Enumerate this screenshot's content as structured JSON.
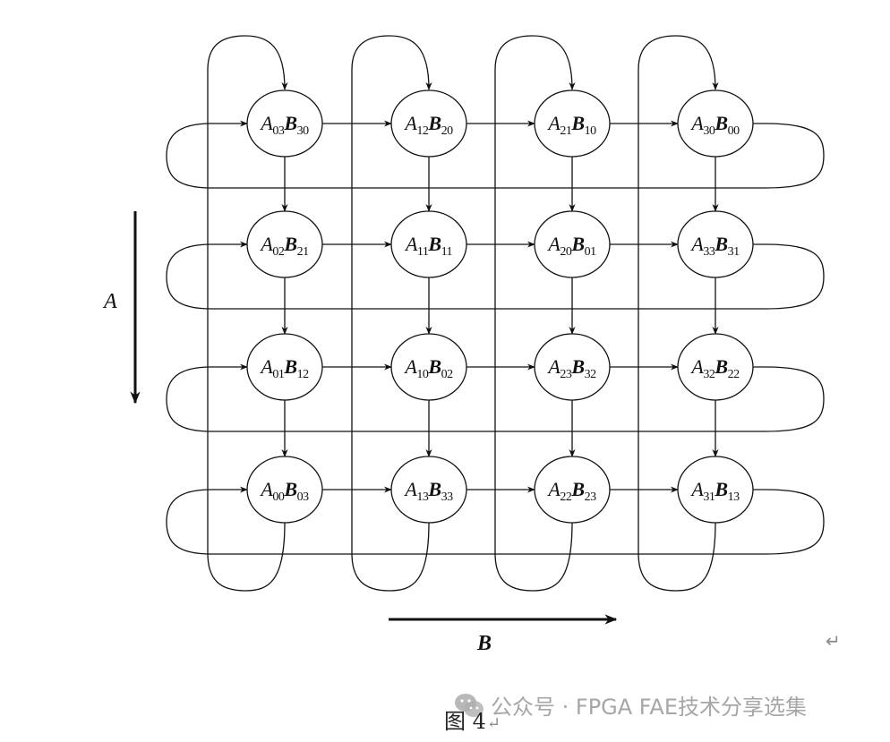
{
  "diagram": {
    "axis_a_label": "A",
    "axis_b_label": "B",
    "grid": [
      [
        {
          "a_sub": "03",
          "b_sub": "30"
        },
        {
          "a_sub": "12",
          "b_sub": "20"
        },
        {
          "a_sub": "21",
          "b_sub": "10"
        },
        {
          "a_sub": "30",
          "b_sub": "00"
        }
      ],
      [
        {
          "a_sub": "02",
          "b_sub": "21"
        },
        {
          "a_sub": "11",
          "b_sub": "11"
        },
        {
          "a_sub": "20",
          "b_sub": "01"
        },
        {
          "a_sub": "33",
          "b_sub": "31"
        }
      ],
      [
        {
          "a_sub": "01",
          "b_sub": "12"
        },
        {
          "a_sub": "10",
          "b_sub": "02"
        },
        {
          "a_sub": "23",
          "b_sub": "32"
        },
        {
          "a_sub": "32",
          "b_sub": "22"
        }
      ],
      [
        {
          "a_sub": "00",
          "b_sub": "03"
        },
        {
          "a_sub": "13",
          "b_sub": "33"
        },
        {
          "a_sub": "22",
          "b_sub": "23"
        },
        {
          "a_sub": "31",
          "b_sub": "13"
        }
      ]
    ]
  },
  "caption": {
    "text": "图 4",
    "return_symbol": "↵"
  },
  "return_mark": "↵",
  "watermark": {
    "icon": "wechat-icon",
    "text": "公众号 · FPGA FAE技术分享选集"
  }
}
